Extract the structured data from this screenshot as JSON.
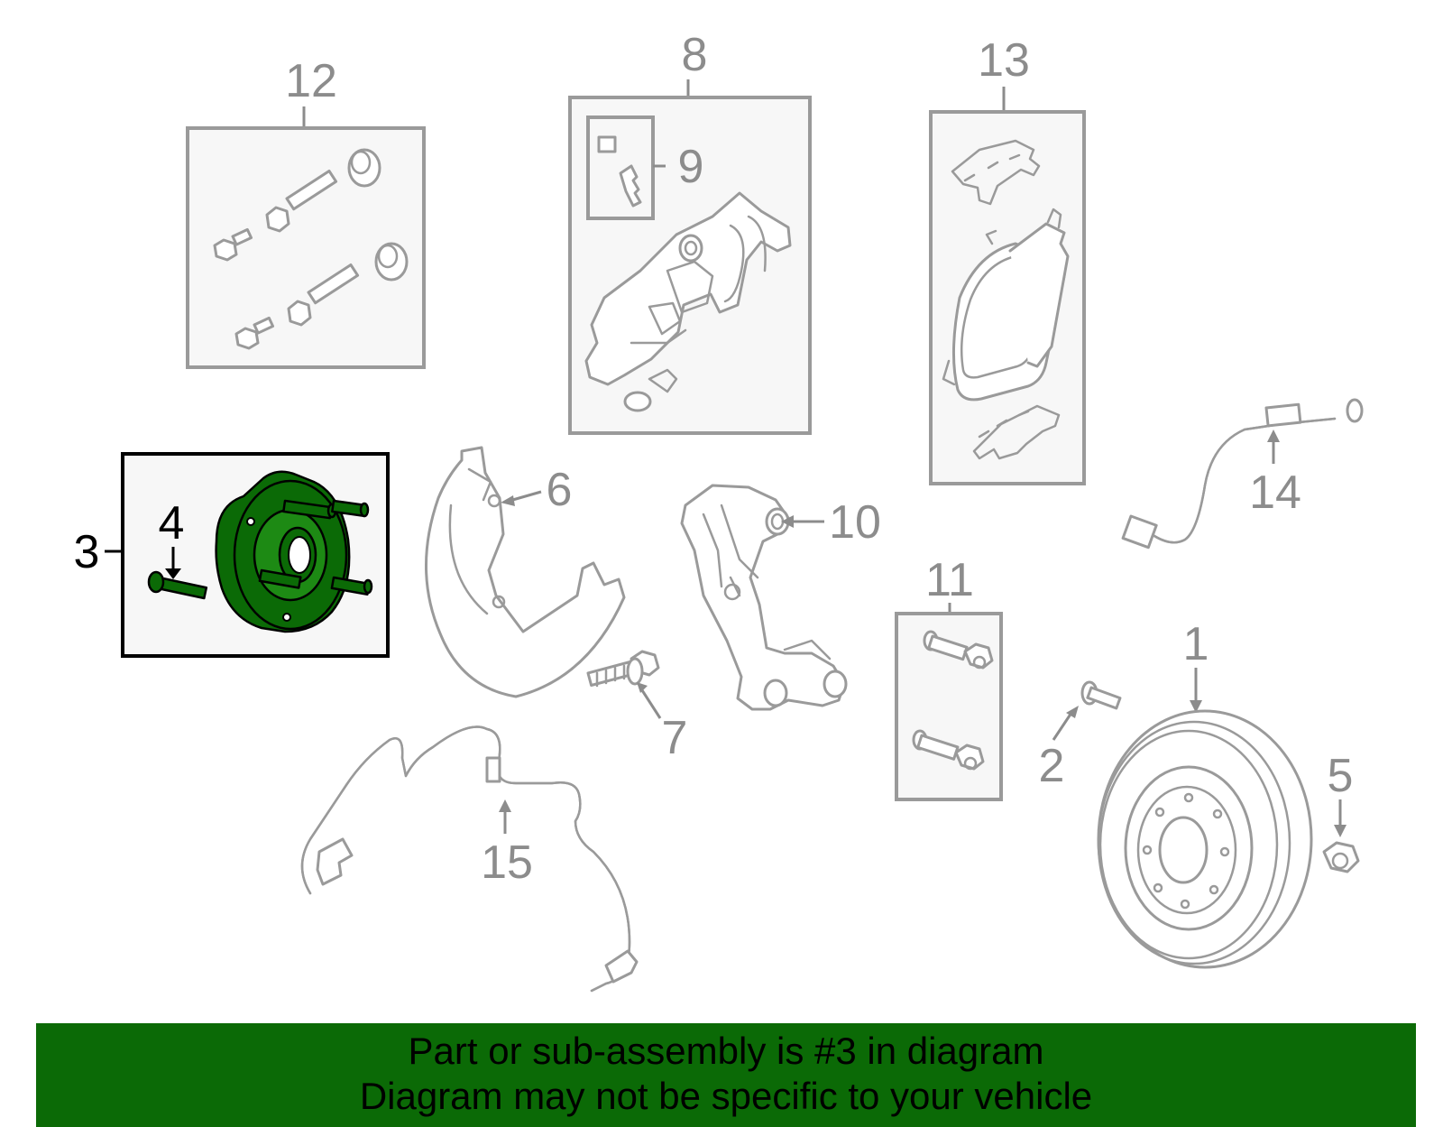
{
  "callouts": {
    "c1": "1",
    "c2": "2",
    "c3": "3",
    "c4": "4",
    "c5": "5",
    "c6": "6",
    "c7": "7",
    "c8": "8",
    "c9": "9",
    "c10": "10",
    "c11": "11",
    "c12": "12",
    "c13": "13",
    "c14": "14",
    "c15": "15"
  },
  "highlight_color": "#0b6a06",
  "banner": {
    "line1": "Part or sub-assembly is #3 in diagram",
    "line2": "Diagram may not be specific to your vehicle"
  }
}
